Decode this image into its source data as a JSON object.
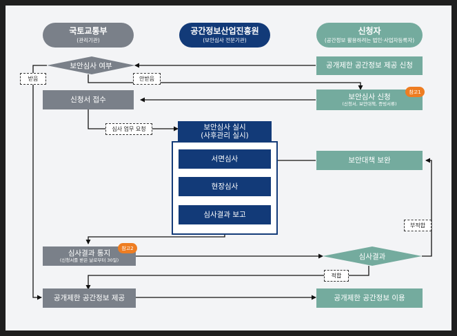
{
  "headers": {
    "molit": {
      "title": "국토교통부",
      "subtitle": "(관리기관)"
    },
    "institute": {
      "title": "공간정보산업진흥원",
      "subtitle": "(보안심사 전문기관)"
    },
    "applicant": {
      "title": "신청자",
      "subtitle": "(공간정보 활용하려는 법인·사업자등록자)"
    }
  },
  "nodes": {
    "security_review_decision": "보안심사 여부",
    "restricted_data_request": "공개제한 공간정보 제공 신청",
    "application_receipt": "신청서 접수",
    "security_review_application": {
      "title": "보안심사 신청",
      "subtitle": "(신청서, 보안대책, 증빙서류)"
    },
    "security_review_conduct": {
      "line1": "보안심사 실시",
      "line2": "(사후관리 실시)"
    },
    "document_review": "서면심사",
    "onsite_review": "현장심사",
    "review_report": "심사결과 보고",
    "security_measures_supplement": "보안대책 보완",
    "result_notification": {
      "title": "심사결과 통지",
      "subtitle": "(신청서를 받은 날로부터 30일)"
    },
    "review_result": "심사결과",
    "provide_restricted_data": "공개제한 공간정보 제공",
    "use_restricted_data": "공개제한 공간정보 이용"
  },
  "labels": {
    "received": "받음",
    "not_received": "안받음",
    "review_request": "심사 업무 요청",
    "unsuitable": "부적합",
    "suitable": "적합"
  },
  "badges": {
    "ref1": "참고1",
    "ref2": "참고2"
  },
  "colors": {
    "government": "#7a8089",
    "institute": "#123a78",
    "applicant": "#74ab9e",
    "badge": "#ee7d22"
  }
}
